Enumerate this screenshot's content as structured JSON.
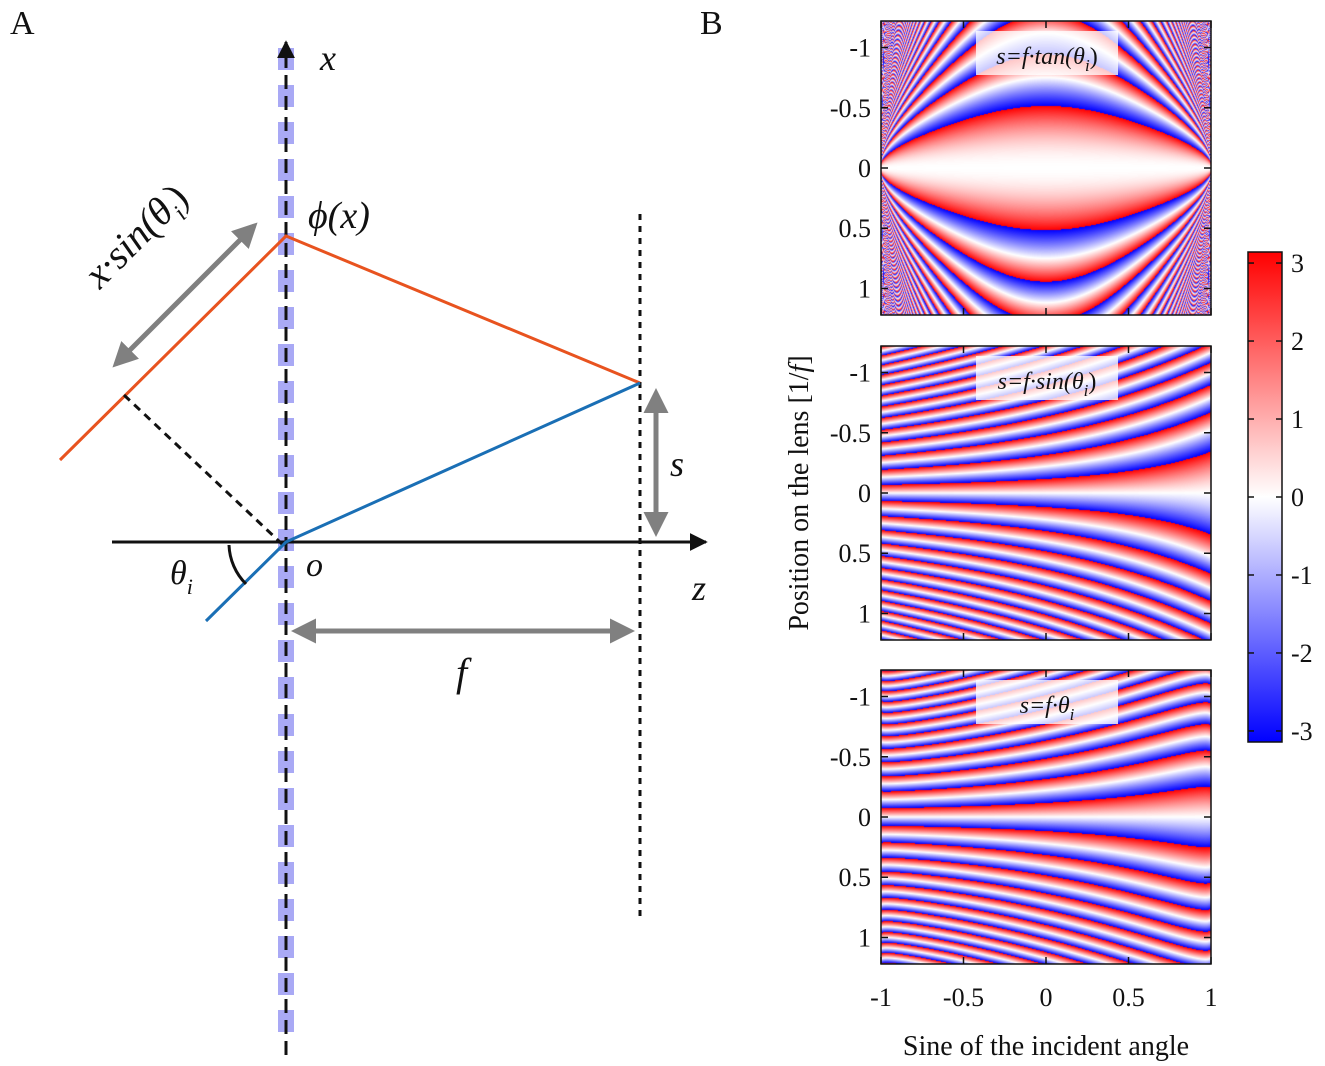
{
  "panel_a": {
    "label": "A",
    "axis_x_label": "x",
    "axis_z_label": "z",
    "origin_label": "o",
    "phase_label": "ϕ(x)",
    "path_difference_label": "x·sin(θ",
    "path_difference_sub": "i",
    "path_difference_close": ")",
    "angle_label": "θ",
    "angle_sub": "i",
    "shift_label": "s",
    "focal_label": "f",
    "colors": {
      "incident_ray": "#e8531f",
      "refracted_ray": "#1a6fb5",
      "lens": "#a9a9f5",
      "arrow": "#808080"
    }
  },
  "panel_b": {
    "label": "B",
    "ylabel": "Position on the lens [1/f]",
    "ylabel_main": "Position on the lens [1/",
    "ylabel_f": "f",
    "ylabel_end": "]",
    "xlabel": "Sine of the incident angle",
    "x_ticks": [
      "-1",
      "-0.5",
      "0",
      "0.5",
      "1"
    ],
    "y_ticks": [
      "1",
      "0.5",
      "0",
      "-0.5",
      "-1"
    ],
    "panels": [
      {
        "type": "tan",
        "t_pre": "s=f·tan(θ",
        "t_sub": "i",
        "t_post": ")"
      },
      {
        "type": "sin",
        "t_pre": "s=f·sin(θ",
        "t_sub": "i",
        "t_post": ")"
      },
      {
        "type": "theta",
        "t_pre": "s=f·θ",
        "t_sub": "i",
        "t_post": ""
      }
    ],
    "colorbar": {
      "ticks": [
        "3",
        "2",
        "1",
        "0",
        "-1",
        "-2",
        "-3"
      ],
      "min": -3.14159,
      "max": 3.14159,
      "low_color": "#0000ff",
      "mid_color": "#ffffff",
      "high_color": "#ff0000"
    }
  },
  "chart_data": {
    "type": "heatmap",
    "x": {
      "label": "Sine of the incident angle",
      "range": [
        -1,
        1
      ],
      "ticks": [
        -1,
        -0.5,
        0,
        0.5,
        1
      ]
    },
    "y": {
      "label": "Position on the lens [1/f]",
      "range": [
        -1.22,
        1.22
      ],
      "ticks": [
        -1,
        -0.5,
        0,
        0.5,
        1
      ]
    },
    "value_range": [
      -3.14159,
      3.14159
    ],
    "colorbar_ticks": [
      -3,
      -2,
      -1,
      0,
      1,
      2,
      3
    ],
    "subplots": [
      {
        "annotation": "s=f·tan(θi)"
      },
      {
        "annotation": "s=f·sin(θi)"
      },
      {
        "annotation": "s=f·θi"
      }
    ]
  }
}
